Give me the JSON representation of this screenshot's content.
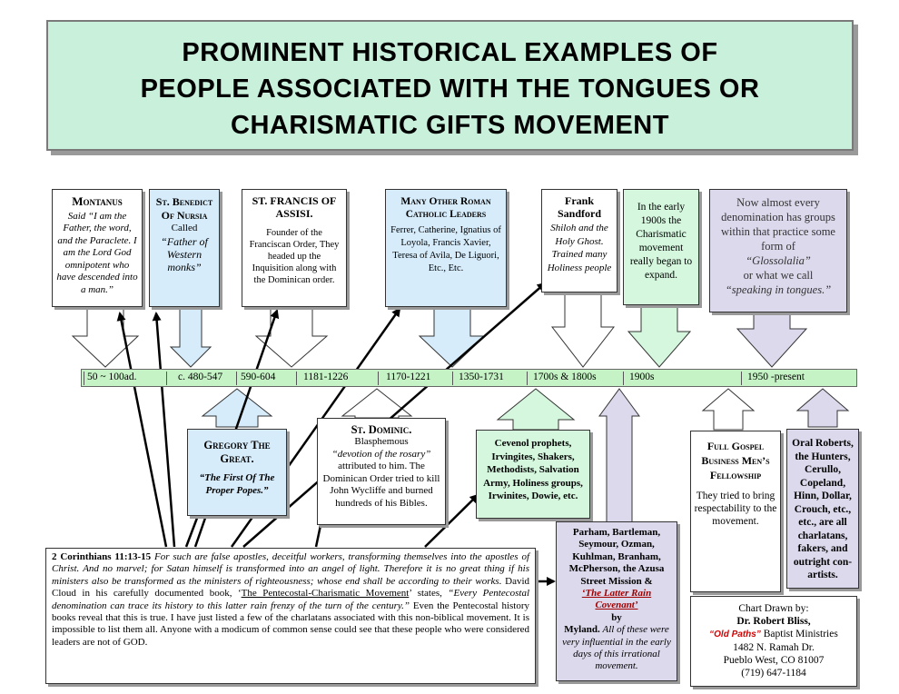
{
  "title": {
    "line1": "PROMINENT HISTORICAL EXAMPLES OF",
    "line2": "PEOPLE ASSOCIATED WITH THE TONGUES OR",
    "line3": "CHARISMATIC GIFTS MOVEMENT"
  },
  "timeline": {
    "labels": [
      "50 ~ 100ad.",
      "c. 480-547",
      "590-604",
      "1181-1226",
      "1170-1221",
      "1350-1731",
      "1700s & 1800s",
      "1900s",
      "1950 -present"
    ]
  },
  "top_boxes": {
    "montanus": {
      "name": "Montanus",
      "text": "Said “I am the Father, the word, and the Paraclete. I am the Lord God omnipotent who have descended into a man.”"
    },
    "benedict": {
      "name": "St. Benedict Of Nursia",
      "called": "Called",
      "quote": "“Father of Western monks”"
    },
    "francis": {
      "name": "ST. FRANCIS OF ASSISI.",
      "text": "Founder of the Franciscan Order, They headed up the Inquisition along with the Dominican order."
    },
    "catholic": {
      "name": "Many Other Roman Catholic Leaders",
      "text": "Ferrer, Catherine, Ignatius of Loyola, Francis Xavier, Teresa of Avila, De Liguori, Etc., Etc."
    },
    "sandford": {
      "name": "Frank Sandford",
      "text": "Shiloh and the Holy Ghost. Trained many Holiness people"
    },
    "early1900s": {
      "text": "In the early 1900s the Charismatic movement really began to expand."
    },
    "now": {
      "text1": "Now almost every denomination has groups within that practice some form of",
      "glossolalia": "“Glossolalia”",
      "text2": "or what we call",
      "tongues": "“speaking in tongues.”"
    }
  },
  "bottom_boxes": {
    "gregory": {
      "name": "Gregory The Great.",
      "quote": "“The First Of The Proper Popes.”"
    },
    "dominic": {
      "name": "St. Dominic.",
      "line1": "Blasphemous",
      "rosary": "“devotion of the rosary”",
      "text": "attributed to him. The Dominican Order tried to kill John Wycliffe and burned hundreds of his Bibles."
    },
    "groups": {
      "text": "Cevenol prophets, Irvingites, Shakers, Methodists, Salvation Army, Holiness groups, Irwinites, Dowie, etc."
    },
    "parham": {
      "text1": "Parham, Bartleman, Seymour, Ozman, Kuhlman, Branham, McPherson, the Azusa Street Mission &",
      "covenant": "‘The Latter Rain Covenant’",
      "by": "by",
      "myland": "Myland.",
      "text2": "All of these were very influential in the early days of this irrational movement."
    },
    "fullgospel": {
      "name": "Full Gospel Business Men’s Fellowship",
      "text": "They tried to bring respectability to the movement."
    },
    "oralroberts": {
      "text": "Oral Roberts, the Hunters, Cerullo, Copeland, Hinn, Dollar, Crouch, etc., etc., are all charlatans, fakers, and outright con-artists."
    }
  },
  "scripture": {
    "ref": "2 Corinthians 11:13-15",
    "verse": "For such are false apostles, deceitful workers, transforming themselves into the apostles of Christ. And no marvel; for Satan himself is transformed into an angel of light. Therefore it is no great thing if his ministers also be transformed as the ministers of righteousness; whose end shall be according to their works.",
    "t1": "David Cloud in his carefully documented book, ‘",
    "book": "The Pentecostal-Charismatic Movement",
    "t2": "’ states,",
    "quote": "“Every Pentecostal denomination can trace its history to this latter rain frenzy of the turn of the century.”",
    "t3": "Even the Pentecostal history books reveal that this is true. I have just listed a few of the charlatans associated with this non-biblical movement. It is impossible to list them all. Anyone with a modicum of common sense could see that these people who were considered leaders are not of GOD."
  },
  "credit": {
    "line1": "Chart Drawn by:",
    "line2": "Dr. Robert Bliss,",
    "old_paths": "“Old Paths”",
    "ministries": "Baptist Ministries",
    "address1": "1482 N. Ramah Dr.",
    "address2": "Pueblo West, CO 81007",
    "phone": "(719) 647-1184"
  },
  "colors": {
    "title_bg": "#c9f0da",
    "timeline": "#c6f3c6",
    "blue": "#d6ecfb",
    "green": "#d4f7de",
    "lavender": "#dcd9ec"
  }
}
